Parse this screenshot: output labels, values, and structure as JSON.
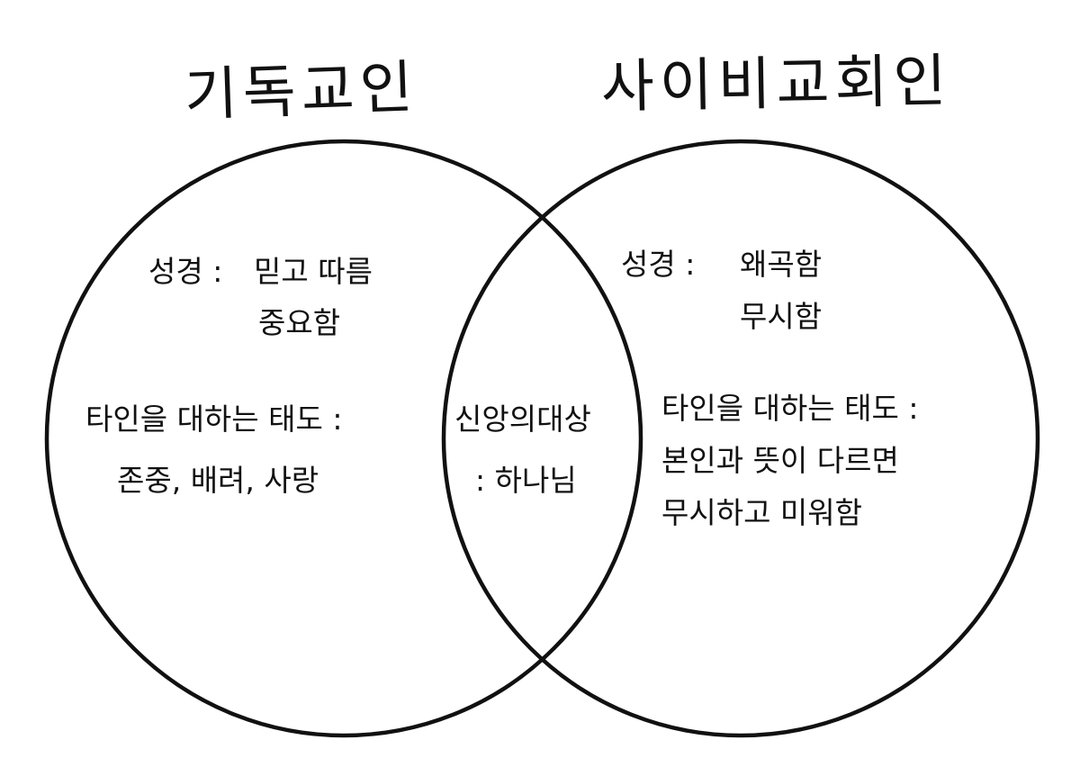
{
  "titles": {
    "left": "기독교인",
    "right": "사이비교회인"
  },
  "left_set": {
    "bible_label": "성경 :",
    "bible_line1": "믿고 따름",
    "bible_line2": "중요함",
    "attitude_label": "타인을 대하는 태도 :",
    "attitude_value": "존중, 배려, 사랑"
  },
  "intersection": {
    "line1": "신앙의대상",
    "line2": ": 하나님"
  },
  "right_set": {
    "bible_label": "성경 :",
    "bible_line1": "왜곡함",
    "bible_line2": "무시함",
    "attitude_label": "타인을 대하는 태도 :",
    "attitude_line1": "본인과 뜻이 다르면",
    "attitude_line2": "무시하고 미워함"
  },
  "colors": {
    "stroke": "#111111",
    "background": "#ffffff"
  }
}
